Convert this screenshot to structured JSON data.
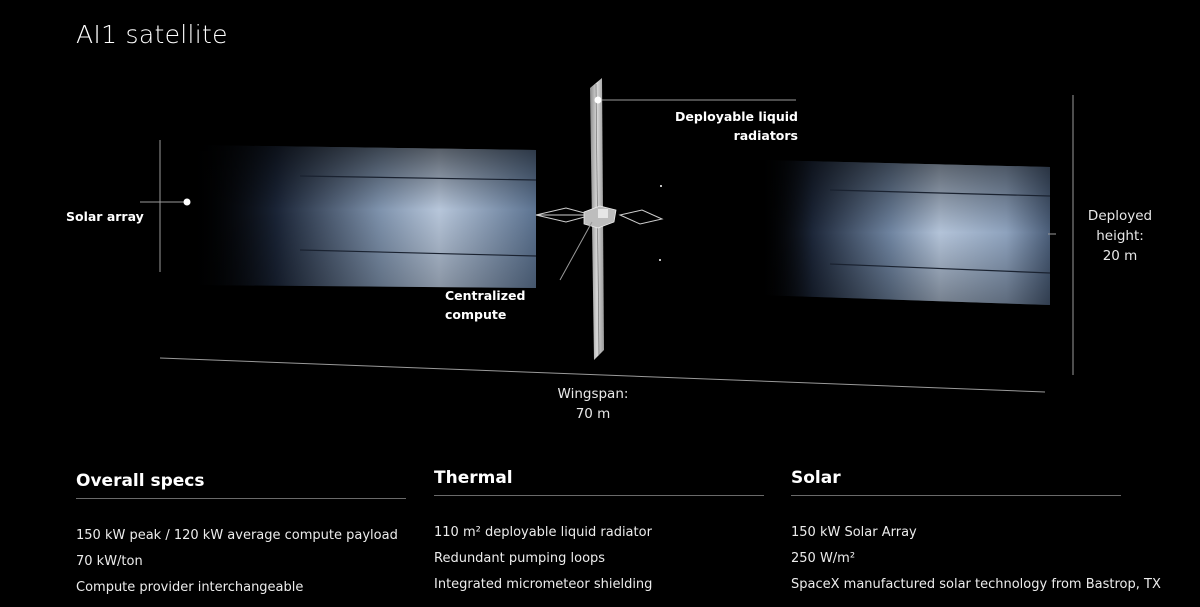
{
  "title": "AI1 satellite",
  "callouts": {
    "solar_array": "Solar array",
    "radiators_line1": "Deployable liquid",
    "radiators_line2": "radiators",
    "compute_line1": "Centralized",
    "compute_line2": "compute"
  },
  "dimensions": {
    "height_line1": "Deployed",
    "height_line2": "height:",
    "height_line3": "20 m",
    "wingspan_line1": "Wingspan:",
    "wingspan_line2": "70 m"
  },
  "specs": [
    {
      "heading": "Overall specs",
      "items": [
        "150 kW peak / 120 kW average compute payload",
        "70 kW/ton",
        "Compute provider interchangeable"
      ]
    },
    {
      "heading": "Thermal",
      "items": [
        "110 m² deployable liquid radiator",
        "Redundant pumping loops",
        "Integrated micrometeor shielding"
      ]
    },
    {
      "heading": "Solar",
      "items": [
        "150 kW Solar Array",
        "250 W/m²",
        "SpaceX manufactured solar technology from Bastrop, TX"
      ]
    }
  ],
  "colors": {
    "background": "#000000",
    "panel_highlight": "#aebfd6",
    "panel_shadow": "#0b1220",
    "leader_line": "#9a9a9a"
  }
}
